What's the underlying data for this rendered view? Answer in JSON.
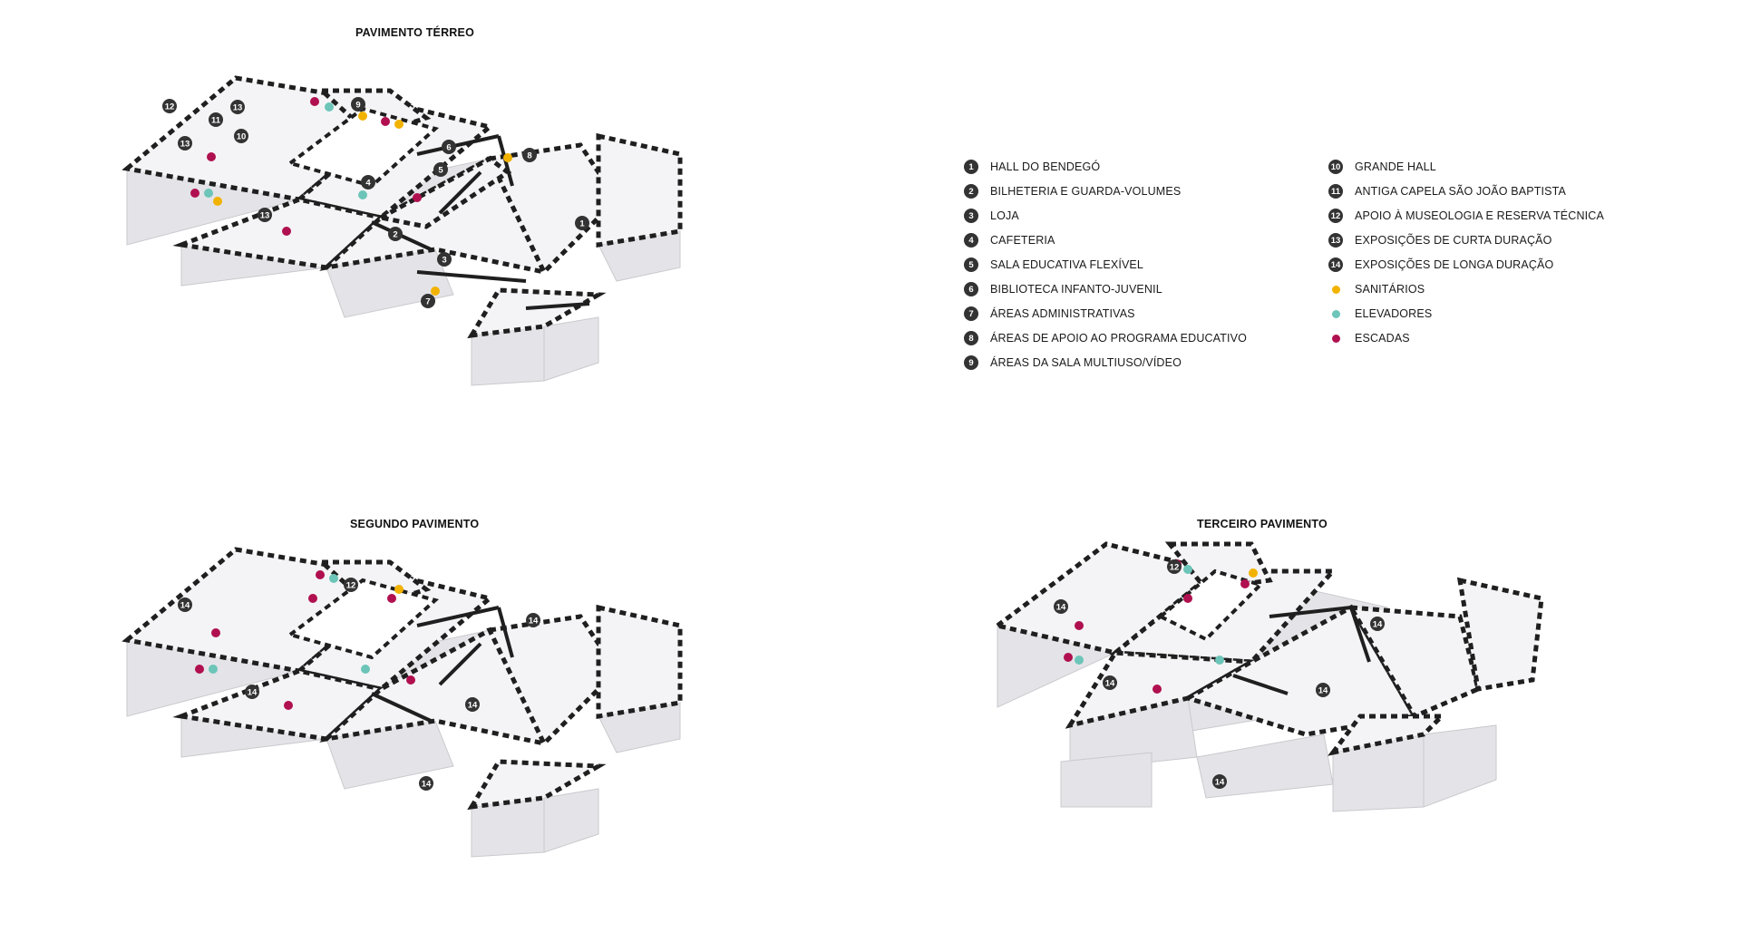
{
  "floors": {
    "ground": "PAVIMENTO TÉRREO",
    "second": "SEGUNDO PAVIMENTO",
    "third": "TERCEIRO PAVIMENTO"
  },
  "legend": {
    "left": [
      {
        "num": "1",
        "label": "HALL DO BENDEGÓ"
      },
      {
        "num": "2",
        "label": "BILHETERIA E GUARDA-VOLUMES"
      },
      {
        "num": "3",
        "label": "LOJA"
      },
      {
        "num": "4",
        "label": "CAFETERIA"
      },
      {
        "num": "5",
        "label": "SALA EDUCATIVA FLEXÍVEL"
      },
      {
        "num": "6",
        "label": "BIBLIOTECA INFANTO-JUVENIL"
      },
      {
        "num": "7",
        "label": "ÁREAS ADMINISTRATIVAS"
      },
      {
        "num": "8",
        "label": "ÁREAS DE APOIO AO PROGRAMA EDUCATIVO"
      },
      {
        "num": "9",
        "label": "ÁREAS DA SALA MULTIUSO/VÍDEO"
      }
    ],
    "right": [
      {
        "num": "10",
        "label": "GRANDE HALL"
      },
      {
        "num": "11",
        "label": "ANTIGA CAPELA SÃO JOÃO BAPTISTA"
      },
      {
        "num": "12",
        "label": "APOIO À MUSEOLOGIA E RESERVA TÉCNICA"
      },
      {
        "num": "13",
        "label": "EXPOSIÇÕES DE CURTA DURAÇÃO"
      },
      {
        "num": "14",
        "label": "EXPOSIÇÕES DE LONGA DURAÇÃO"
      },
      {
        "dot": "yellow",
        "label": "SANITÁRIOS"
      },
      {
        "dot": "teal",
        "label": "ELEVADORES"
      },
      {
        "dot": "magenta",
        "label": "ESCADAS"
      }
    ]
  },
  "colors": {
    "yellow": "#f2b200",
    "teal": "#6cc5b8",
    "magenta": "#b0104f",
    "badge": "#333333"
  },
  "markers": {
    "ground": [
      "1",
      "2",
      "3",
      "4",
      "5",
      "6",
      "7",
      "8",
      "9",
      "10",
      "11",
      "12",
      "13",
      "13",
      "13"
    ],
    "second": [
      "12",
      "14",
      "14",
      "14",
      "14",
      "14"
    ],
    "third": [
      "12",
      "14",
      "14",
      "14",
      "14",
      "14"
    ]
  }
}
